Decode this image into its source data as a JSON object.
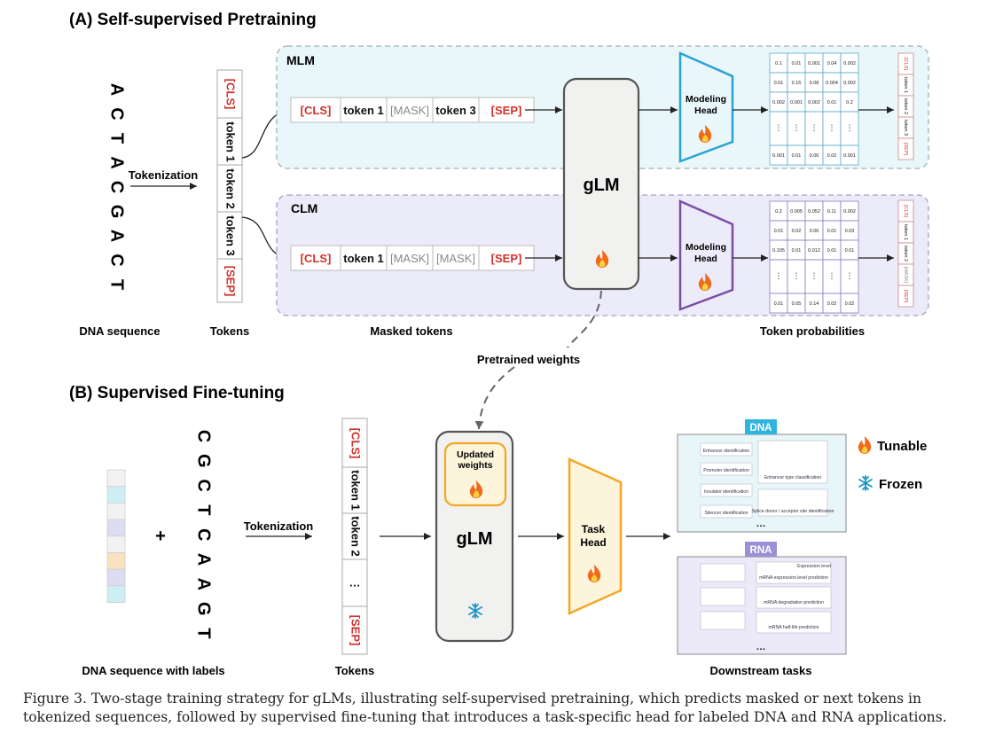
{
  "part_a": {
    "title": "(A) Self-supervised Pretraining",
    "dna_sequence": [
      "A",
      "C",
      "T",
      "A",
      "C",
      "G",
      "A",
      "C",
      "T"
    ],
    "dna_label": "DNA sequence",
    "tokenization_label": "Tokenization",
    "tokens": [
      "[CLS]",
      "token 1",
      "token 2",
      "token 3",
      "[SEP]"
    ],
    "tokens_label": "Tokens",
    "mlm": {
      "label": "MLM",
      "masked_tokens": [
        "[CLS]",
        "token 1",
        "[MASK]",
        "token 3",
        "[SEP]"
      ],
      "head_label_1": "Modeling",
      "head_label_2": "Head",
      "prob_rows": [
        [
          "0.1",
          "0.01",
          "0.001",
          "0.04",
          "0.002"
        ],
        [
          "0.01",
          "0.15",
          "0.08",
          "0.004",
          "0.002"
        ],
        [
          "0.002",
          "0.001",
          "0.002",
          "0.01",
          "0.2"
        ],
        [
          "⋮",
          "⋮",
          "⋮",
          "⋮",
          "⋮"
        ],
        [
          "0.001",
          "0.01",
          "0.06",
          "0.02",
          "0.001"
        ]
      ],
      "output_tokens": [
        "[CLS]",
        "token 1",
        "token 2",
        "token 3",
        "[SEP]"
      ]
    },
    "clm": {
      "label": "CLM",
      "masked_tokens": [
        "[CLS]",
        "token 1",
        "[MASK]",
        "[MASK]",
        "[SEP]"
      ],
      "head_label_1": "Modeling",
      "head_label_2": "Head",
      "prob_rows": [
        [
          "0.2",
          "0.005",
          "0.052",
          "0.11",
          "0.002"
        ],
        [
          "0.01",
          "0.02",
          "0.06",
          "0.01",
          "0.03"
        ],
        [
          "0.105",
          "0.01",
          "0.012",
          "0.01",
          "0.01"
        ],
        [
          "⋮",
          "⋮",
          "⋮",
          "⋮",
          "⋮"
        ],
        [
          "0.01",
          "0.05",
          "0.14",
          "0.02",
          "0.02"
        ]
      ],
      "output_tokens": [
        "[CLS]",
        "token 1",
        "token 2",
        "[MASK]",
        "[SEP]"
      ]
    },
    "glm_label": "gLM",
    "masked_label": "Masked tokens",
    "prob_label": "Token probabilities"
  },
  "pretrained_weights": "Pretrained weights",
  "part_b": {
    "title": "(B) Supervised Fine-tuning",
    "dna_sequence": [
      "C",
      "G",
      "C",
      "T",
      "C",
      "A",
      "A",
      "G",
      "T"
    ],
    "label_colors": [
      "#f2f2f2",
      "#cdeef2",
      "#f2f2f2",
      "#dcdcf2",
      "#f2f2f2",
      "#f9e2bf",
      "#dcdcf2",
      "#cdeef2"
    ],
    "plus": "+",
    "dna_label": "DNA sequence with labels",
    "tokenization_label": "Tokenization",
    "tokens": [
      "[CLS]",
      "token 1",
      "token 2",
      "…",
      "[SEP]"
    ],
    "tokens_label": "Tokens",
    "updated_1": "Updated",
    "updated_2": "weights",
    "glm_label": "gLM",
    "task_head_1": "Task",
    "task_head_2": "Head",
    "dna_badge": "DNA",
    "rna_badge": "RNA",
    "dna_tasks": [
      "Enhancer identification",
      "Promoter identification",
      "Insulator identification",
      "Silencer identification",
      "Enhancer type classification",
      "Splice donor / acceptor site identification"
    ],
    "rna_tasks": [
      "mRNA expression level prediction",
      "mRNA degradation prediction",
      "mRNA half-life prediction",
      "Expression level"
    ],
    "ellipsis": "…",
    "downstream_label": "Downstream tasks",
    "legend_tunable": "Tunable",
    "legend_frozen": "Frozen"
  },
  "caption": "Figure 3. Two-stage training strategy for gLMs, illustrating self-supervised pretraining, which predicts masked or next tokens in tokenized sequences, followed by supervised fine-tuning that introduces a task-specific head for labeled DNA and RNA applications.",
  "colors": {
    "mlm_bg": "#eaf7fa",
    "clm_bg": "#ecebfa",
    "cls_red": "#d0322c",
    "mlm_head": "#29a3d6",
    "clm_head": "#7b4ea6",
    "task_head": "#f5a623",
    "dna_badge": "#2fb3e0",
    "rna_badge": "#9b8fd6"
  }
}
